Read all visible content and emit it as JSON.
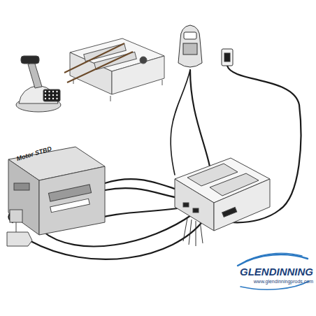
{
  "diagram": {
    "nodes": [
      {
        "text": [
          "Motor STBD"
        ]
      }
    ],
    "labels": [
      "GLENDINNING",
      "www.glendinningprods.com"
    ]
  }
}
